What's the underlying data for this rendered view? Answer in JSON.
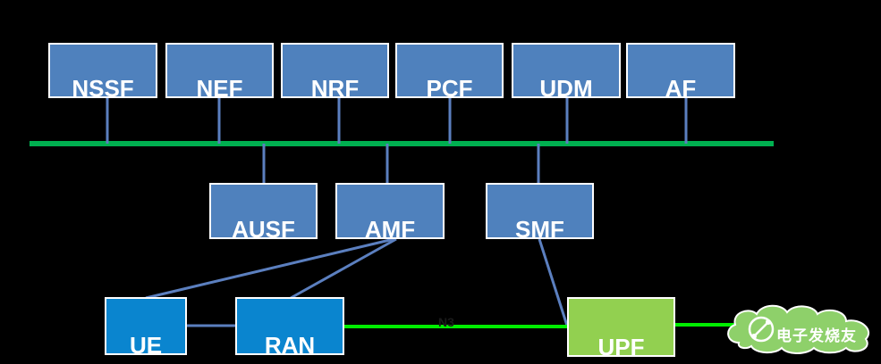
{
  "nodes": {
    "nssf": "NSSF",
    "nef": "NEF",
    "nrf": "NRF",
    "pcf": "PCF",
    "udm": "UDM",
    "af": "AF",
    "ausf": "AUSF",
    "amf": "AMF",
    "smf": "SMF",
    "ue": "UE",
    "ran": "RAN",
    "upf": "UPF"
  },
  "labels": {
    "n3": "N3"
  },
  "watermark": {
    "text": "电子发烧友"
  },
  "colors": {
    "background": "#000000",
    "nf_blue": "#4f81bd",
    "access_blue": "#0a85cf",
    "upf_green": "#92d050",
    "service_bus": "#00b050",
    "user_plane": "#00ee00",
    "links": "#5b7fbf"
  }
}
